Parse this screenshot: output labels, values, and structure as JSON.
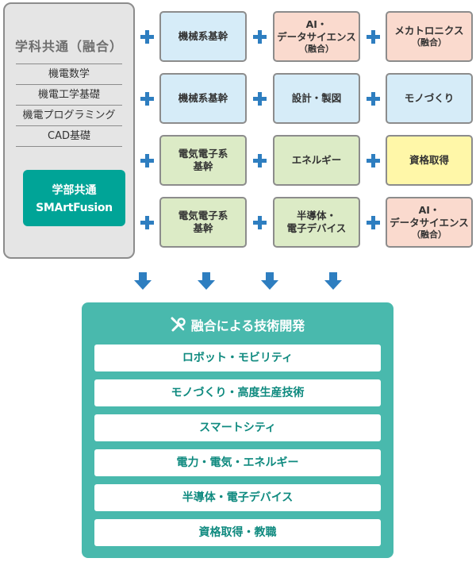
{
  "left_panel": {
    "title": "学科共通（融合）",
    "courses": [
      "機電数学",
      "機電工学基礎",
      "機電プログラミング",
      "CAD基礎"
    ],
    "faculty_common": {
      "line1": "学部共通",
      "line2": "SMArtFusion"
    }
  },
  "grid": {
    "rows": [
      [
        {
          "label": "機械系基幹",
          "color": "blue"
        },
        {
          "label": "AI・\nデータサイエンス",
          "sub": "（融合）",
          "color": "salmon"
        },
        {
          "label": "メカトロニクス",
          "sub": "（融合）",
          "color": "salmon"
        }
      ],
      [
        {
          "label": "機械系基幹",
          "color": "blue"
        },
        {
          "label": "設計・製図",
          "color": "blue"
        },
        {
          "label": "モノづくり",
          "color": "blue"
        }
      ],
      [
        {
          "label": "電気電子系\n基幹",
          "color": "green"
        },
        {
          "label": "エネルギー",
          "color": "green"
        },
        {
          "label": "資格取得",
          "color": "yellow"
        }
      ],
      [
        {
          "label": "電気電子系\n基幹",
          "color": "green"
        },
        {
          "label": "半導体・\n電子デバイス",
          "color": "green"
        },
        {
          "label": "AI・\nデータサイエンス",
          "sub": "（融合）",
          "color": "salmon"
        }
      ]
    ]
  },
  "result": {
    "title": "融合による技術開発",
    "items": [
      "ロボット・モビリティ",
      "モノづくり・高度生産技術",
      "スマートシティ",
      "電力・電気・エネルギー",
      "半導体・電子デバイス",
      "資格取得・教職"
    ]
  },
  "colors": {
    "plus": "#2e7ec0",
    "teal": "#00a497",
    "result_bg": "#49b9ad",
    "blue": "#d6ecf8",
    "salmon": "#fadace",
    "green": "#dcebc6",
    "yellow": "#fff7a8"
  }
}
